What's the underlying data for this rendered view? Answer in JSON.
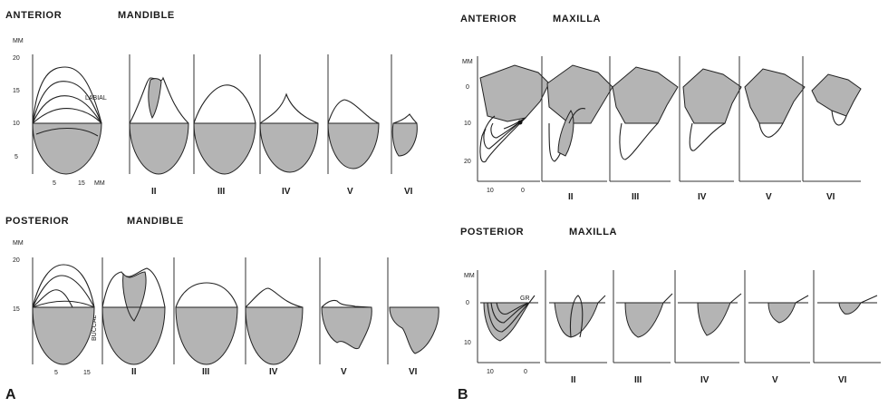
{
  "figure_a": {
    "letter": "A",
    "anterior_mandible": {
      "title_left": "ANTERIOR",
      "title_right": "MANDIBLE",
      "unit": "MM",
      "y_ticks": [
        "20",
        "15",
        "10",
        "5"
      ],
      "x_ticks": [
        "5",
        "15",
        "MM"
      ],
      "side_label": "LABIAL",
      "stages": [
        "II",
        "III",
        "IV",
        "V",
        "VI"
      ]
    },
    "posterior_mandible": {
      "title_left": "POSTERIOR",
      "title_right": "MANDIBLE",
      "unit": "MM",
      "y_ticks": [
        "20",
        "15"
      ],
      "x_ticks": [
        "5",
        "15"
      ],
      "side_label": "BUCCAL",
      "stages": [
        "II",
        "III",
        "IV",
        "V",
        "VI"
      ]
    }
  },
  "figure_b": {
    "letter": "B",
    "anterior_maxilla": {
      "title_left": "ANTERIOR",
      "title_right": "MAXILLA",
      "unit": "MM",
      "y_ticks": [
        "0",
        "10",
        "20"
      ],
      "x_ticks": [
        "10",
        "0"
      ],
      "stages": [
        "II",
        "III",
        "IV",
        "V",
        "VI"
      ]
    },
    "posterior_maxilla": {
      "title_left": "POSTERIOR",
      "title_right": "MAXILLA",
      "unit": "MM",
      "y_ticks": [
        "0",
        "10"
      ],
      "x_ticks": [
        "10",
        "0"
      ],
      "inner_label": "GR",
      "stages": [
        "II",
        "III",
        "IV",
        "V",
        "VI"
      ]
    }
  }
}
